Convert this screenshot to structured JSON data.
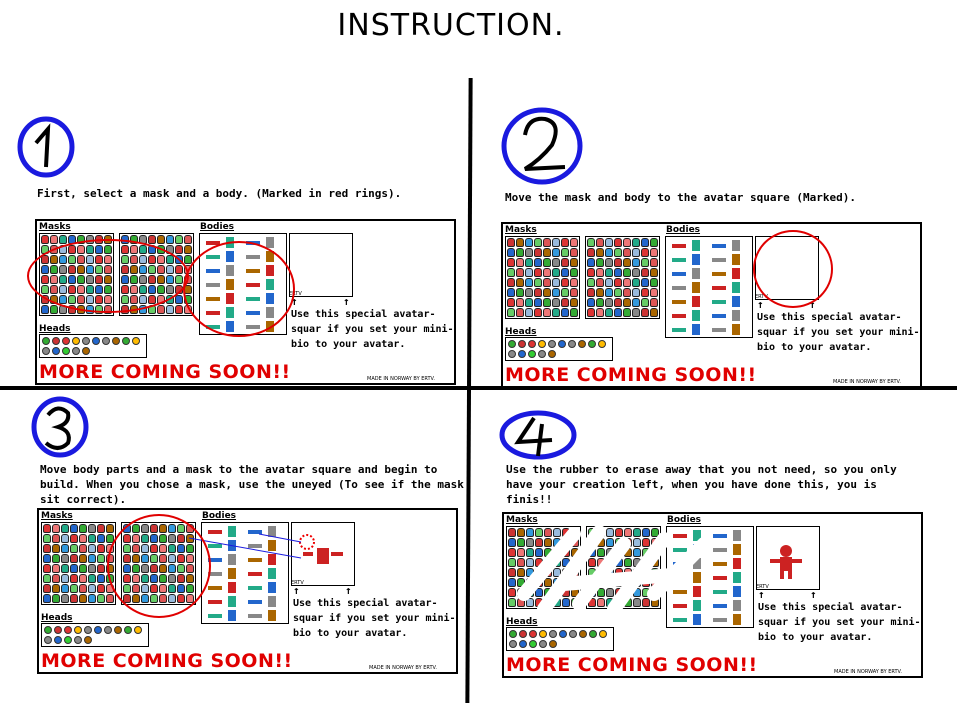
{
  "title": "INSTRUCTION.",
  "steps": [
    {
      "number": "1",
      "caption": "First, select a mask and a body. (Marked in red rings)."
    },
    {
      "number": "2",
      "caption": "Move the mask and body to the avatar square (Marked)."
    },
    {
      "number": "3",
      "caption": "Move body parts and a mask to the avatar square and begin to build. When you chose a mask, use the uneyed (To see if the mask sit correct)."
    },
    {
      "number": "4",
      "caption": "Use the rubber to erase away that you not need, so you only have your creation left, when you have done this, you is finis!!"
    }
  ],
  "panel": {
    "masks_label": "Masks",
    "bodies_label": "Bodies",
    "heads_label": "Heads",
    "ertv_label": "ERTV",
    "note": "Use this special avatar-squar if you set your mini-bio to your avatar.",
    "more": "MORE COMING SOON!!",
    "made": "MADE IN NORWAY BY ERTV."
  },
  "colors": {
    "ring_blue": "#1a1adf",
    "ring_red": "#e00000",
    "mask_palette": [
      "#d33",
      "#e77",
      "#2a8",
      "#26c",
      "#3a3",
      "#888",
      "#c33",
      "#a60",
      "#39d",
      "#6c6",
      "#d55",
      "#9bd"
    ]
  }
}
